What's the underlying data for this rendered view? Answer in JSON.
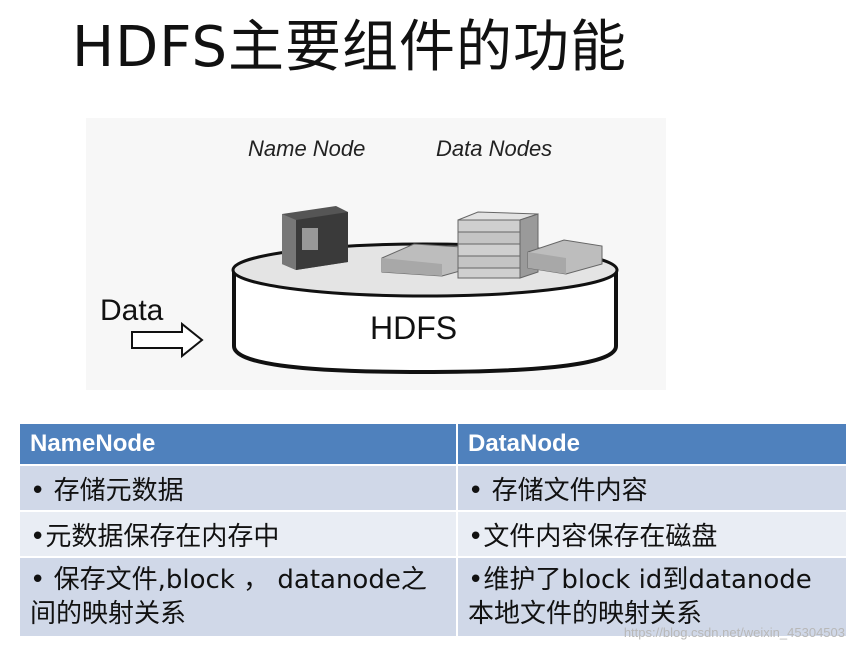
{
  "title": "HDFS主要组件的功能",
  "diagram": {
    "name_node_label": "Name Node",
    "data_nodes_label": "Data Nodes",
    "input_label": "Data",
    "system_label": "HDFS"
  },
  "table": {
    "headers": [
      "NameNode",
      "DataNode"
    ],
    "rows": [
      [
        "• 存储元数据",
        "• 存储文件内容"
      ],
      [
        "•元数据保存在内存中",
        "•文件内容保存在磁盘"
      ],
      [
        "• 保存文件,block ， datanode之间的映射关系",
        "•维护了block id到datanode本地文件的映射关系"
      ]
    ]
  },
  "watermark": "https://blog.csdn.net/weixin_45304503",
  "colors": {
    "header_bg": "#4f81bd",
    "row_dark": "#d0d8e8",
    "row_light": "#e9edf4"
  }
}
